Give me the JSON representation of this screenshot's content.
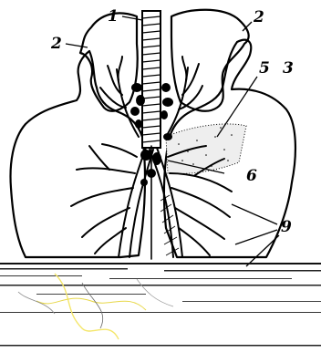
{
  "figure": {
    "labels": {
      "trachea": "1",
      "upper_lobes": "2",
      "lower_lobe": "3",
      "shaded_region": "5",
      "bronchus": "6",
      "branches": "9"
    },
    "colors": {
      "ink": "#000000",
      "paper": "#ffffff",
      "noise": "#f4e66a"
    }
  }
}
